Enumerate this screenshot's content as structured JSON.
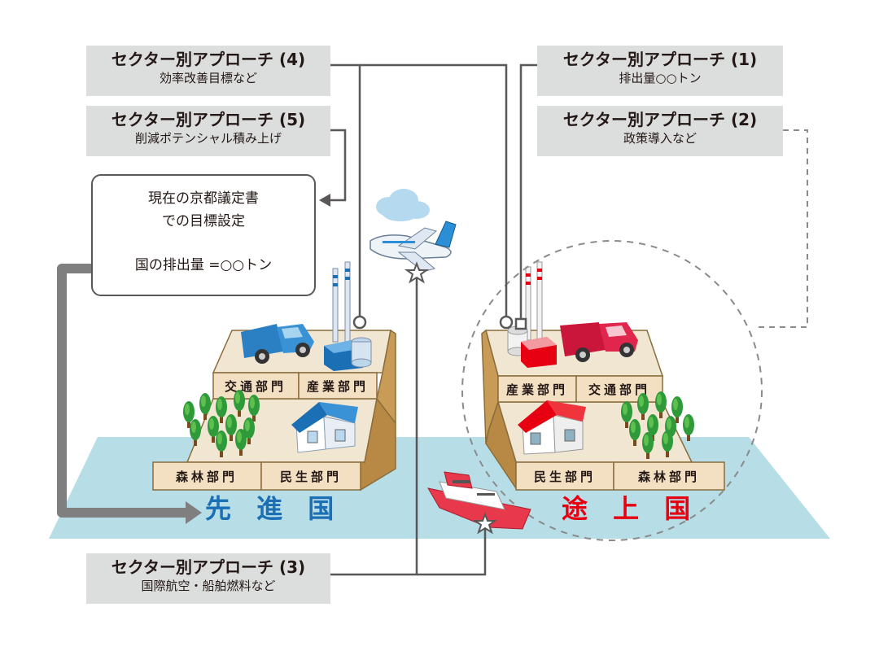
{
  "labels": {
    "approach4": {
      "title": "セクター別アプローチ (4)",
      "sub": "効率改善目標など"
    },
    "approach5": {
      "title": "セクター別アプローチ (5)",
      "sub": "削減ポテンシャル積み上げ"
    },
    "approach1": {
      "title": "セクター別アプローチ (1)",
      "sub": "排出量○○トン"
    },
    "approach2": {
      "title": "セクター別アプローチ (2)",
      "sub": "政策導入など"
    },
    "approach3": {
      "title": "セクター別アプローチ (3)",
      "sub": "国際航空・船舶燃料など"
    }
  },
  "kyoto_box": {
    "line1": "現在の京都議定書",
    "line2": "での目標設定",
    "line3": "国の排出量 =○○トン"
  },
  "developed": {
    "name": "先 進 国",
    "color": "#1a6fb5",
    "sectors": {
      "transport": "交通部門",
      "industry": "産業部門",
      "forest": "森林部門",
      "residential": "民生部門"
    }
  },
  "developing": {
    "name": "途 上 国",
    "color": "#e60012",
    "sectors": {
      "industry": "産業部門",
      "transport": "交通部門",
      "residential": "民生部門",
      "forest": "森林部門"
    }
  },
  "colors": {
    "ocean": "#b7dde6",
    "label_bg": "#dcdddd",
    "plate": "#f3e0c3",
    "block_side": "#c89b57",
    "connector": "#595757"
  }
}
